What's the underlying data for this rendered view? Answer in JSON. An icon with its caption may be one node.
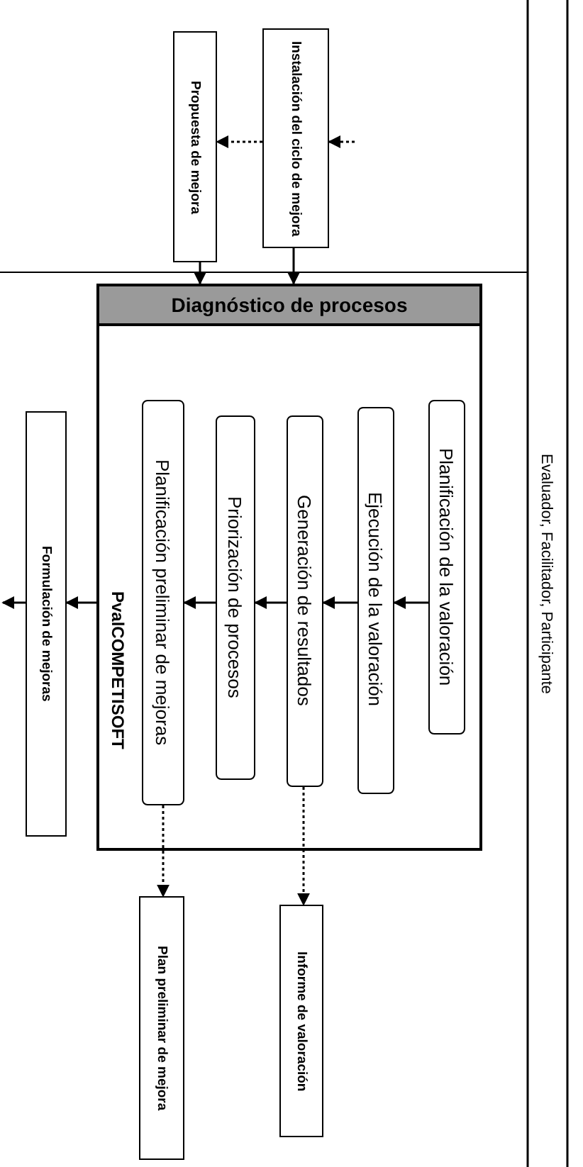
{
  "diagram": {
    "nodes": [
      {
        "text": [
          "Diagnóstico de procesos",
          "PvalCOMPETISOFT"
        ]
      },
      {
        "text": [
          "Planificación de la valoración"
        ],
        "in": 0
      },
      {
        "text": [
          "Ejecución de la valoración"
        ],
        "in": 0
      },
      {
        "text": [
          "Generación de resultados"
        ],
        "in": 0
      },
      {
        "text": [
          "Priorización de procesos"
        ],
        "in": 0
      },
      {
        "text": [
          "Planificación preliminar de mejoras"
        ],
        "in": 0
      },
      {
        "text": [
          "Instalación del ciclo de mejora"
        ]
      },
      {
        "text": [
          "Propuesta de mejora"
        ]
      },
      {
        "text": [
          "Informe de valoración"
        ]
      },
      {
        "text": [
          "Plan preliminar de mejora"
        ]
      },
      {
        "text": [
          "Formulación de mejoras"
        ]
      }
    ],
    "edges": [
      {
        "from": null,
        "to": 6,
        "arrow": "to",
        "style": "dashed"
      },
      {
        "from": 6,
        "to": 7,
        "arrow": "to",
        "style": "dashed"
      },
      {
        "from": 6,
        "to": 0,
        "arrow": "to"
      },
      {
        "from": 7,
        "to": 0,
        "arrow": "to"
      },
      {
        "from": 1,
        "to": 2,
        "arrow": "to"
      },
      {
        "from": 2,
        "to": 3,
        "arrow": "to"
      },
      {
        "from": 3,
        "to": 4,
        "arrow": "to"
      },
      {
        "from": 4,
        "to": 5,
        "arrow": "to"
      },
      {
        "from": 3,
        "to": 8,
        "arrow": "to",
        "style": "dashed"
      },
      {
        "from": 5,
        "to": 9,
        "arrow": "to",
        "style": "dashed"
      },
      {
        "from": 0,
        "to": 10,
        "arrow": "to"
      },
      {
        "from": 10,
        "to": null,
        "arrow": "to"
      }
    ],
    "labels": [
      "Evaluador, Facilitador, Participante"
    ]
  }
}
